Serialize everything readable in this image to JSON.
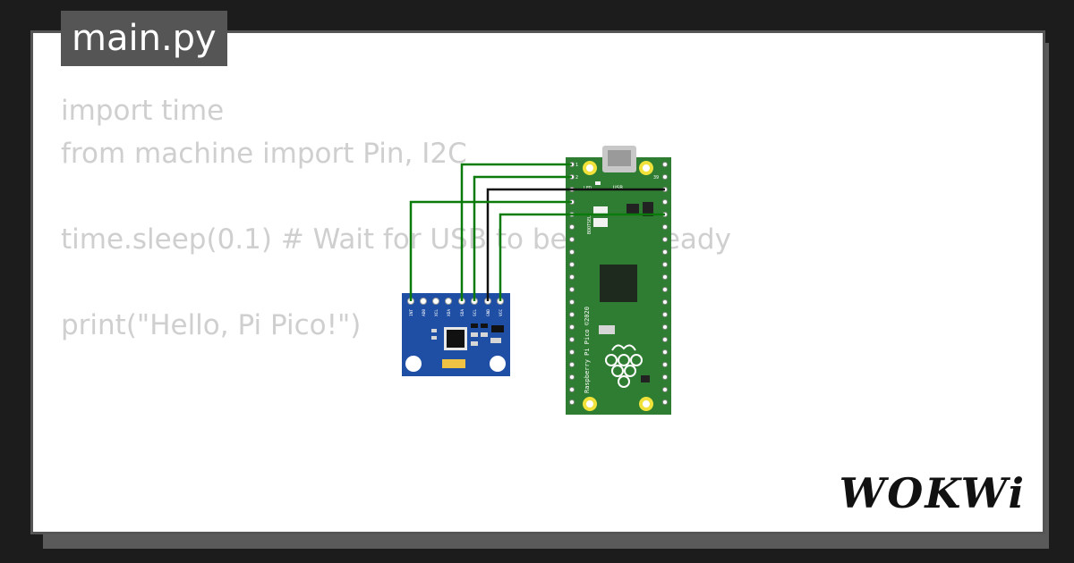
{
  "editor": {
    "filename": "main.py",
    "code_lines": [
      "import time",
      "from machine import Pin, I2C",
      "time.sleep(0.1) # Wait for USB to become ready",
      "print(\"Hello, Pi Pico!\")"
    ]
  },
  "brand": {
    "logo": "WOKWi"
  },
  "colors": {
    "wire_green": "#0a7a0a",
    "wire_black": "#111111",
    "pico_green": "#2f7d32",
    "mpu_blue": "#1f4fa5"
  },
  "mpu6050": {
    "pins": [
      "INT",
      "AD0",
      "XCL",
      "XDA",
      "SDA",
      "SCL",
      "GND",
      "VCC"
    ]
  },
  "pico": {
    "label": "Raspberry Pi Pico ©2020",
    "usb": "USB",
    "led": "LED",
    "pin1": "1",
    "pin2": "2",
    "pin39": "39",
    "boot": "BOOTSEL"
  }
}
